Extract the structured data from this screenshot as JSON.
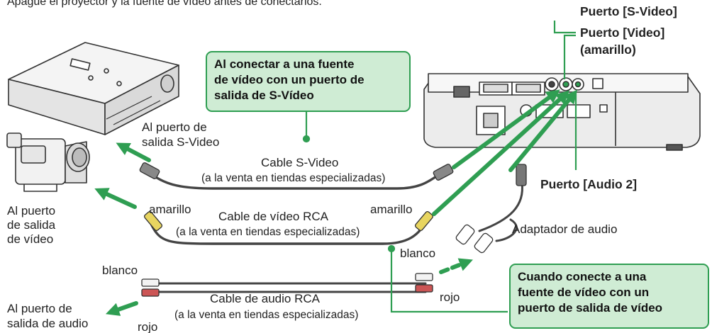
{
  "instruction": "Apague el proyector y la fuente de vídeo antes de conectarlos.",
  "callouts": {
    "svideo_source": "Al conectar a una fuente\nde vídeo con un puerto de\nsalida de S-Vídeo",
    "video_source": "Cuando conecte a una\nfuente de vídeo con un\npuerto de salida de vídeo"
  },
  "ports": {
    "svideo": "Puerto [S-Video]",
    "video_line1": "Puerto [Video]",
    "video_line2": "(amarillo)",
    "audio2": "Puerto [Audio 2]"
  },
  "source_labels": {
    "svideo_out_line1": "Al puerto de",
    "svideo_out_line2": "salida S-Video",
    "video_out_line1": "Al puerto",
    "video_out_line2": "de salida",
    "video_out_line3": "de vídeo",
    "audio_out_line1": "Al puerto de",
    "audio_out_line2": "salida de audio"
  },
  "cables": {
    "svideo_name": "Cable S-Video",
    "svideo_note": "(a la venta en tiendas especializadas)",
    "rca_video_name": "Cable de vídeo RCA",
    "rca_video_note": "(a la venta en tiendas especializadas)",
    "rca_audio_name": "Cable de audio RCA",
    "rca_audio_note": "(a la venta en tiendas especializadas)"
  },
  "plug_colors": {
    "yellow_left": "amarillo",
    "yellow_right": "amarillo",
    "white_left": "blanco",
    "red_left": "rojo",
    "white_right": "blanco",
    "red_right": "rojo"
  },
  "adapter": "Adaptador de audio",
  "colors": {
    "green": "#2f9e52",
    "callout_fill": "#cfecd4"
  }
}
